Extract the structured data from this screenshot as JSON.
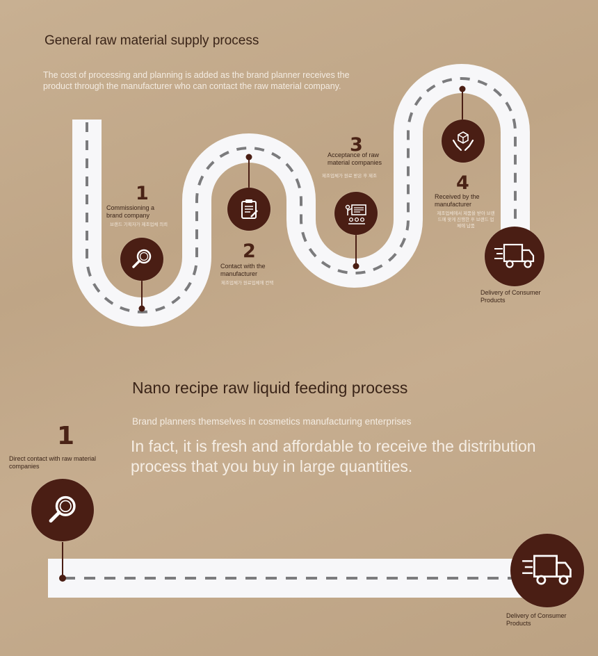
{
  "section1": {
    "title": "General raw material supply process",
    "description": "The cost of processing and planning is added as the brand planner receives the product through the manufacturer who can contact the raw material company.",
    "steps": [
      {
        "number": "1",
        "label": "Commissioning a brand company",
        "sub": "브랜드 기획자가 제조업체 의뢰",
        "icon": "magnifier-icon"
      },
      {
        "number": "2",
        "label": "Contact with the manufacturer",
        "sub": "제조업체가 원료업체에 컨택",
        "icon": "clipboard-icon"
      },
      {
        "number": "3",
        "label": "Acceptance of raw material companies",
        "sub": "제조업체가 원료 받은 후 제조",
        "icon": "presentation-icon"
      },
      {
        "number": "4",
        "label": "Received by the manufacturer",
        "sub": "제조업체에서 제품을 받아 브랜드에 맞게 진행한 후 브랜드 업체에 납품",
        "icon": "hands-box-icon"
      }
    ],
    "final": {
      "label": "Delivery of Consumer Products",
      "icon": "delivery-truck-icon"
    }
  },
  "section2": {
    "title": "Nano recipe raw liquid feeding process",
    "description_small": "Brand planners themselves in cosmetics manufacturing enterprises",
    "description_large": "In fact, it is fresh and affordable to receive the distribution process that you buy in large quantities.",
    "step": {
      "number": "1",
      "label": "Direct contact with raw material companies",
      "icon": "magnifier-icon"
    },
    "final": {
      "label": "Delivery of Consumer Products",
      "icon": "delivery-truck-icon"
    }
  },
  "colors": {
    "accent": "#4a1e14",
    "road": "#f7f7f9",
    "dash": "#7b7b7d",
    "background": "#c4ab8d"
  }
}
